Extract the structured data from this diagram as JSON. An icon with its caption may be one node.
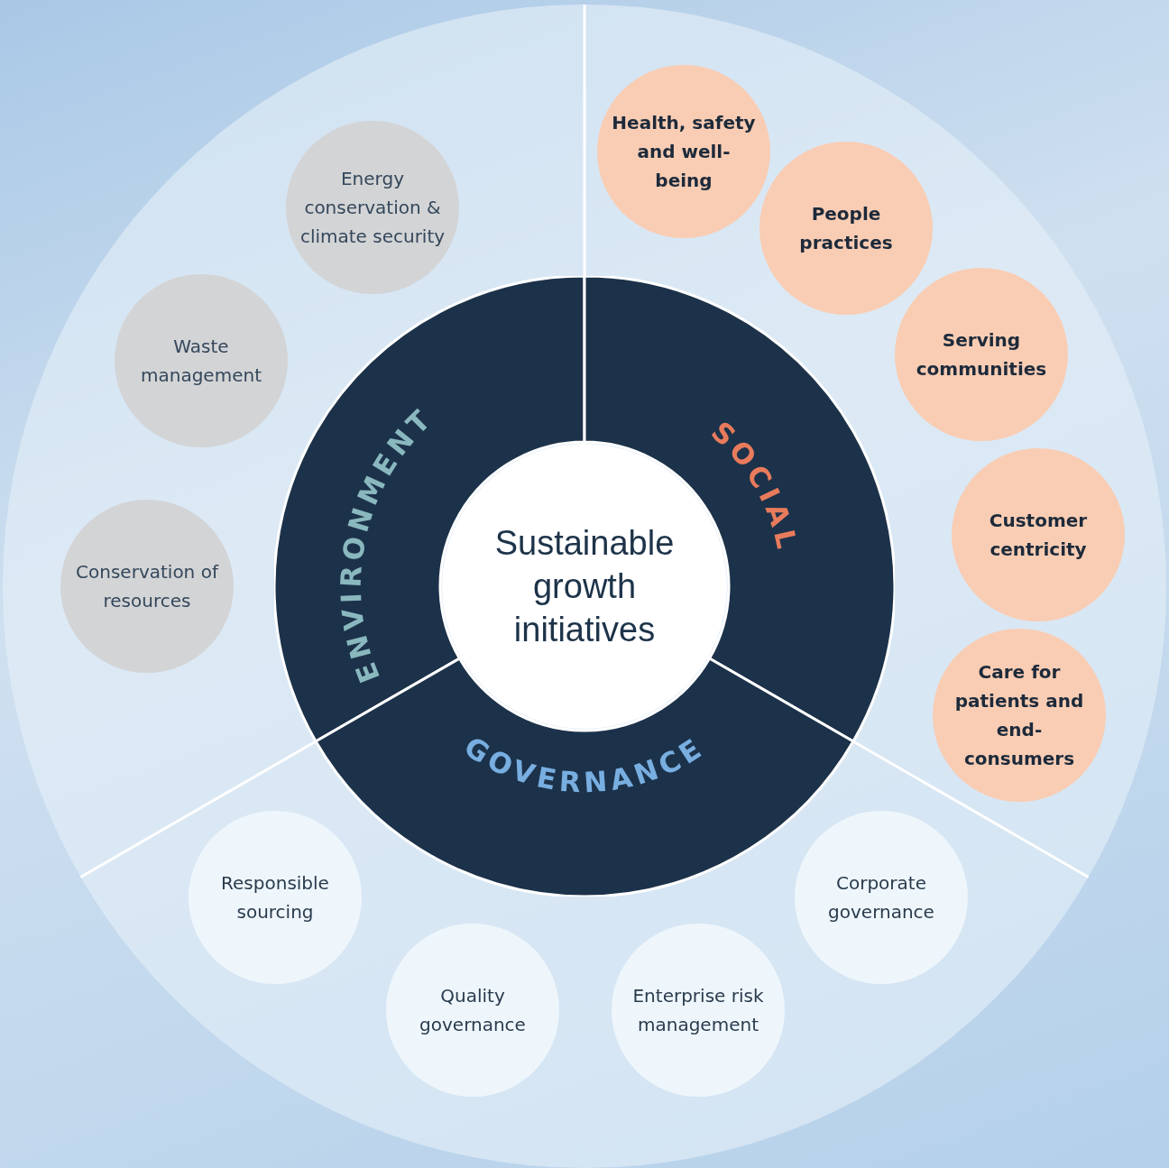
{
  "diagram": {
    "nodes": [
      {
        "text": [
          "Sustainable growth initiatives"
        ]
      },
      {
        "text": [
          "ENVIRONMENT"
        ]
      },
      {
        "text": [
          "SOCIAL"
        ]
      },
      {
        "text": [
          "GOVERNANCE"
        ]
      },
      {
        "text": [
          "Energy conservation & climate security"
        ]
      },
      {
        "text": [
          "Waste management"
        ]
      },
      {
        "text": [
          "Conservation of resources"
        ]
      },
      {
        "text": [
          "Health, safety and well-being"
        ]
      },
      {
        "text": [
          "People practices"
        ]
      },
      {
        "text": [
          "Serving communities"
        ]
      },
      {
        "text": [
          "Customer centricity"
        ]
      },
      {
        "text": [
          "Care for patients and end-consumers"
        ]
      },
      {
        "text": [
          "Responsible sourcing"
        ]
      },
      {
        "text": [
          "Quality governance"
        ]
      },
      {
        "text": [
          "Enterprise risk management"
        ]
      },
      {
        "text": [
          "Corporate governance"
        ]
      }
    ]
  }
}
